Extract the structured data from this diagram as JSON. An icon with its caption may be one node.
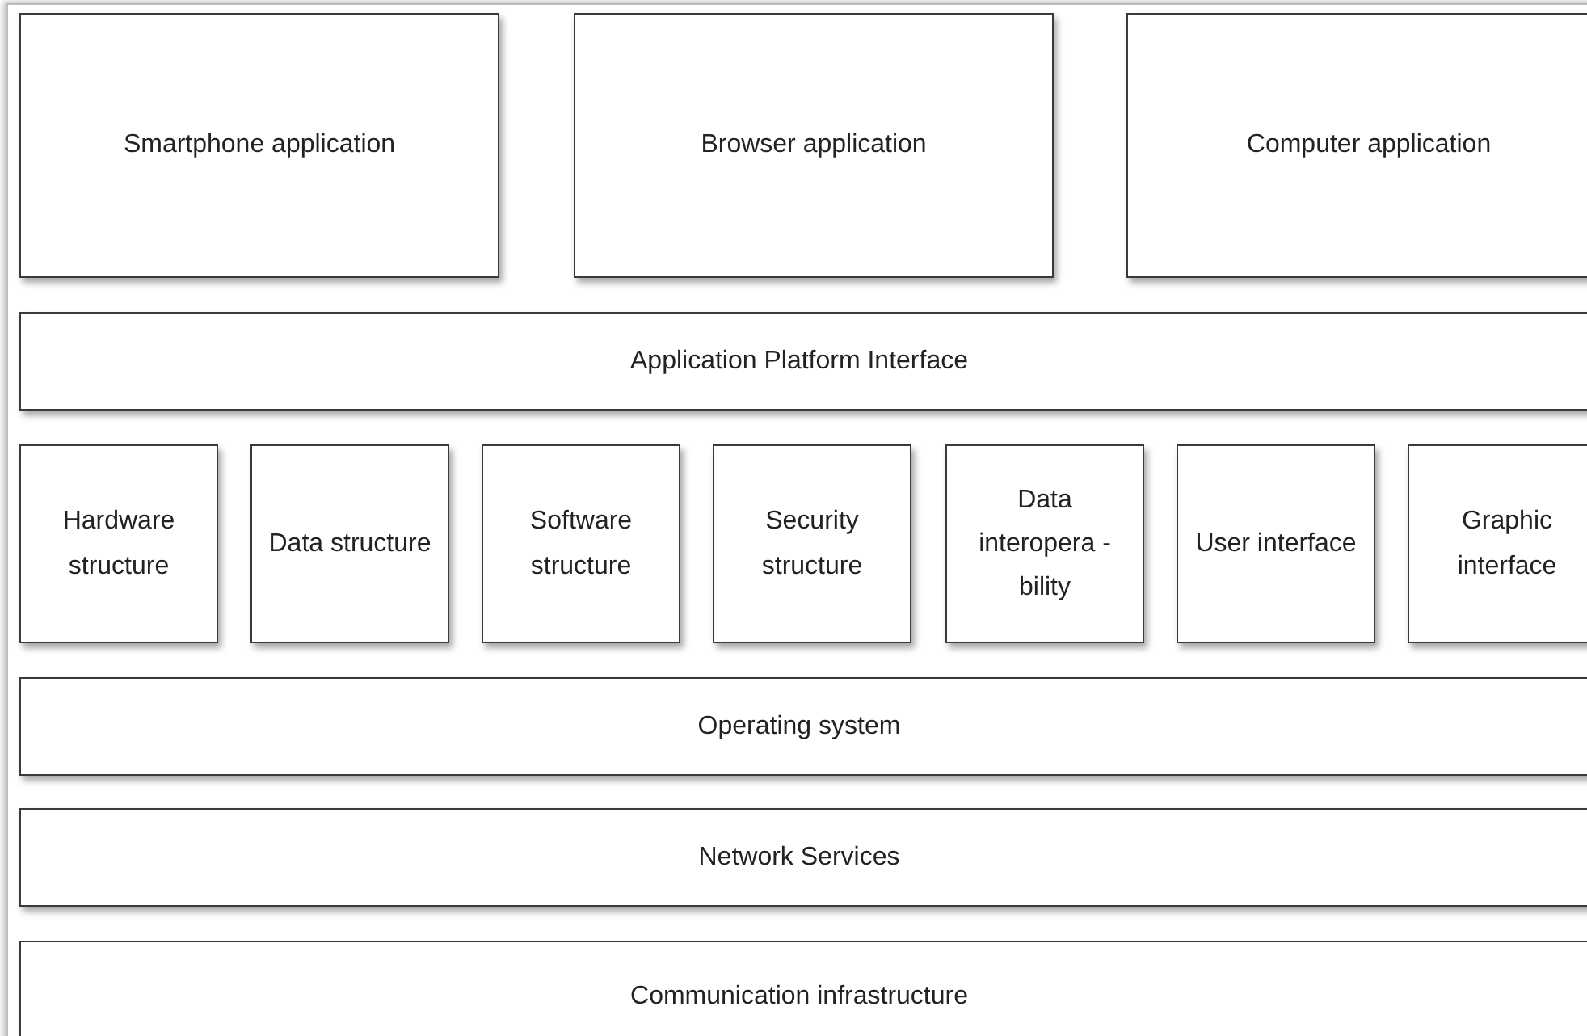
{
  "diagram": {
    "nodes": [
      {
        "text": [
          "Smartphone application"
        ]
      },
      {
        "text": [
          "Browser application"
        ]
      },
      {
        "text": [
          "Computer application"
        ]
      },
      {
        "text": [
          "Application Platform Interface"
        ]
      },
      {
        "text": [
          "Hardware structure"
        ]
      },
      {
        "text": [
          "Data structure"
        ]
      },
      {
        "text": [
          "Software structure"
        ]
      },
      {
        "text": [
          "Security structure"
        ]
      },
      {
        "text": [
          "Data interopera -bility"
        ]
      },
      {
        "text": [
          "User interface"
        ]
      },
      {
        "text": [
          "Graphic interface"
        ]
      },
      {
        "text": [
          "Operating system"
        ]
      },
      {
        "text": [
          "Network Services"
        ]
      },
      {
        "text": [
          "Communication infrastructure"
        ]
      }
    ]
  }
}
